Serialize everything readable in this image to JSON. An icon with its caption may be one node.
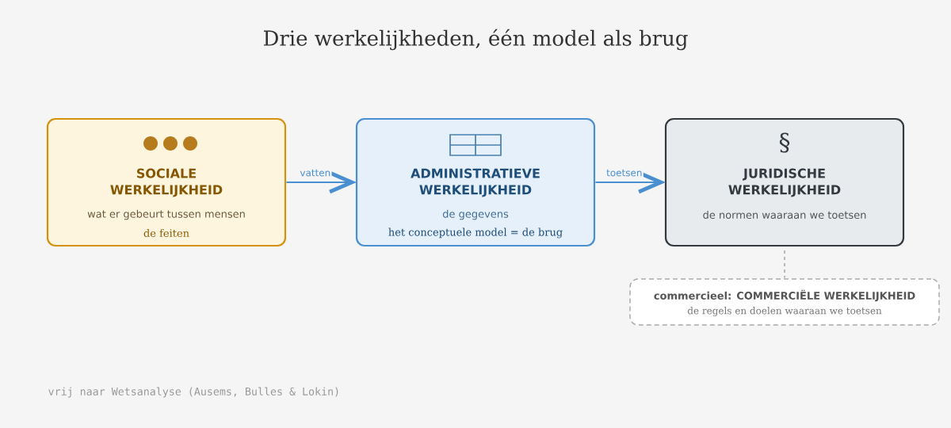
{
  "diagram": {
    "title": "Drie werkelijkheden, één model als brug",
    "caption": "vrij naar Wetsanalyse (Ausems, Bulles & Lokin)",
    "nodes": [
      {
        "text": [
          "SOCIALE WERKELIJKHEID",
          "wat er gebeurt tussen mensen",
          "de feiten"
        ]
      },
      {
        "text": [
          "ADMINISTRATIEVE WERKELIJKHEID",
          "de gegevens",
          "het conceptuele model = de brug"
        ]
      },
      {
        "text": [
          "§",
          "JURIDISCHE WERKELIJKHEID",
          "de normen waaraan we toetsen"
        ]
      },
      {
        "text": [
          "commercieel: COMMERCIËLE WERKELIJKHEID",
          "de regels en doelen waaraan we toetsen"
        ]
      }
    ],
    "edges": [
      {
        "from": 0,
        "to": 1,
        "arrow": "to",
        "label": "vatten"
      },
      {
        "from": 1,
        "to": 2,
        "arrow": "to",
        "label": "toetsen"
      },
      {
        "from": 2,
        "to": 3,
        "arrow": "none",
        "style": "dashed",
        "color": "#aaaaaa"
      }
    ]
  }
}
